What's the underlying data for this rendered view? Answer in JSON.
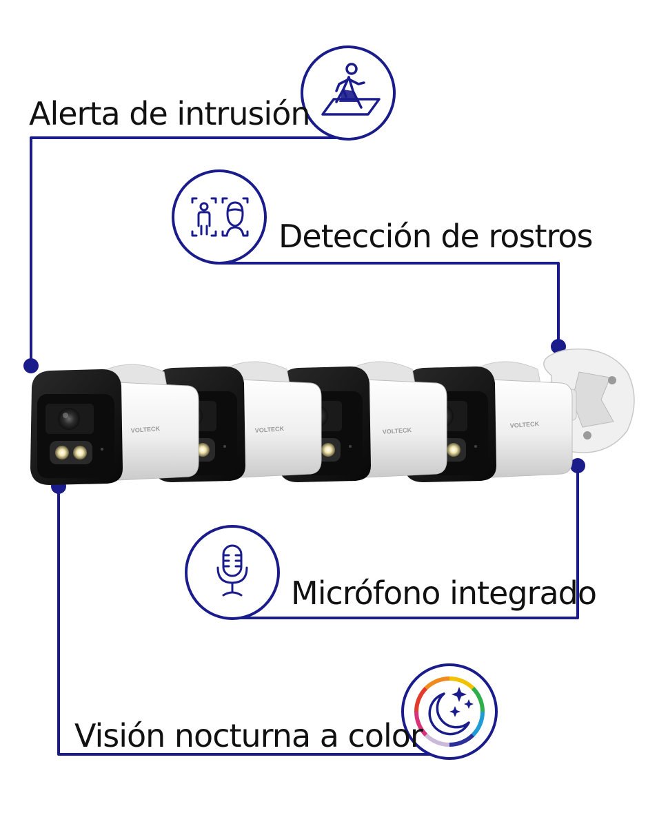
{
  "features": {
    "intrusion": {
      "label": "Alerta de intrusión",
      "icon": "walking-person-icon"
    },
    "face": {
      "label": "Detección de rostros",
      "icon": "face-detection-icon"
    },
    "mic": {
      "label": "Micrófono integrado",
      "icon": "microphone-icon"
    },
    "night": {
      "label": "Visión nocturna a color",
      "icon": "moon-stars-icon"
    }
  },
  "product": {
    "brand": "VOLTECK",
    "camera_count": 4
  },
  "colors": {
    "accent": "#1a1c8c",
    "text": "#111111",
    "camera_body": "#f2f2f2",
    "camera_hood": "#151515"
  }
}
